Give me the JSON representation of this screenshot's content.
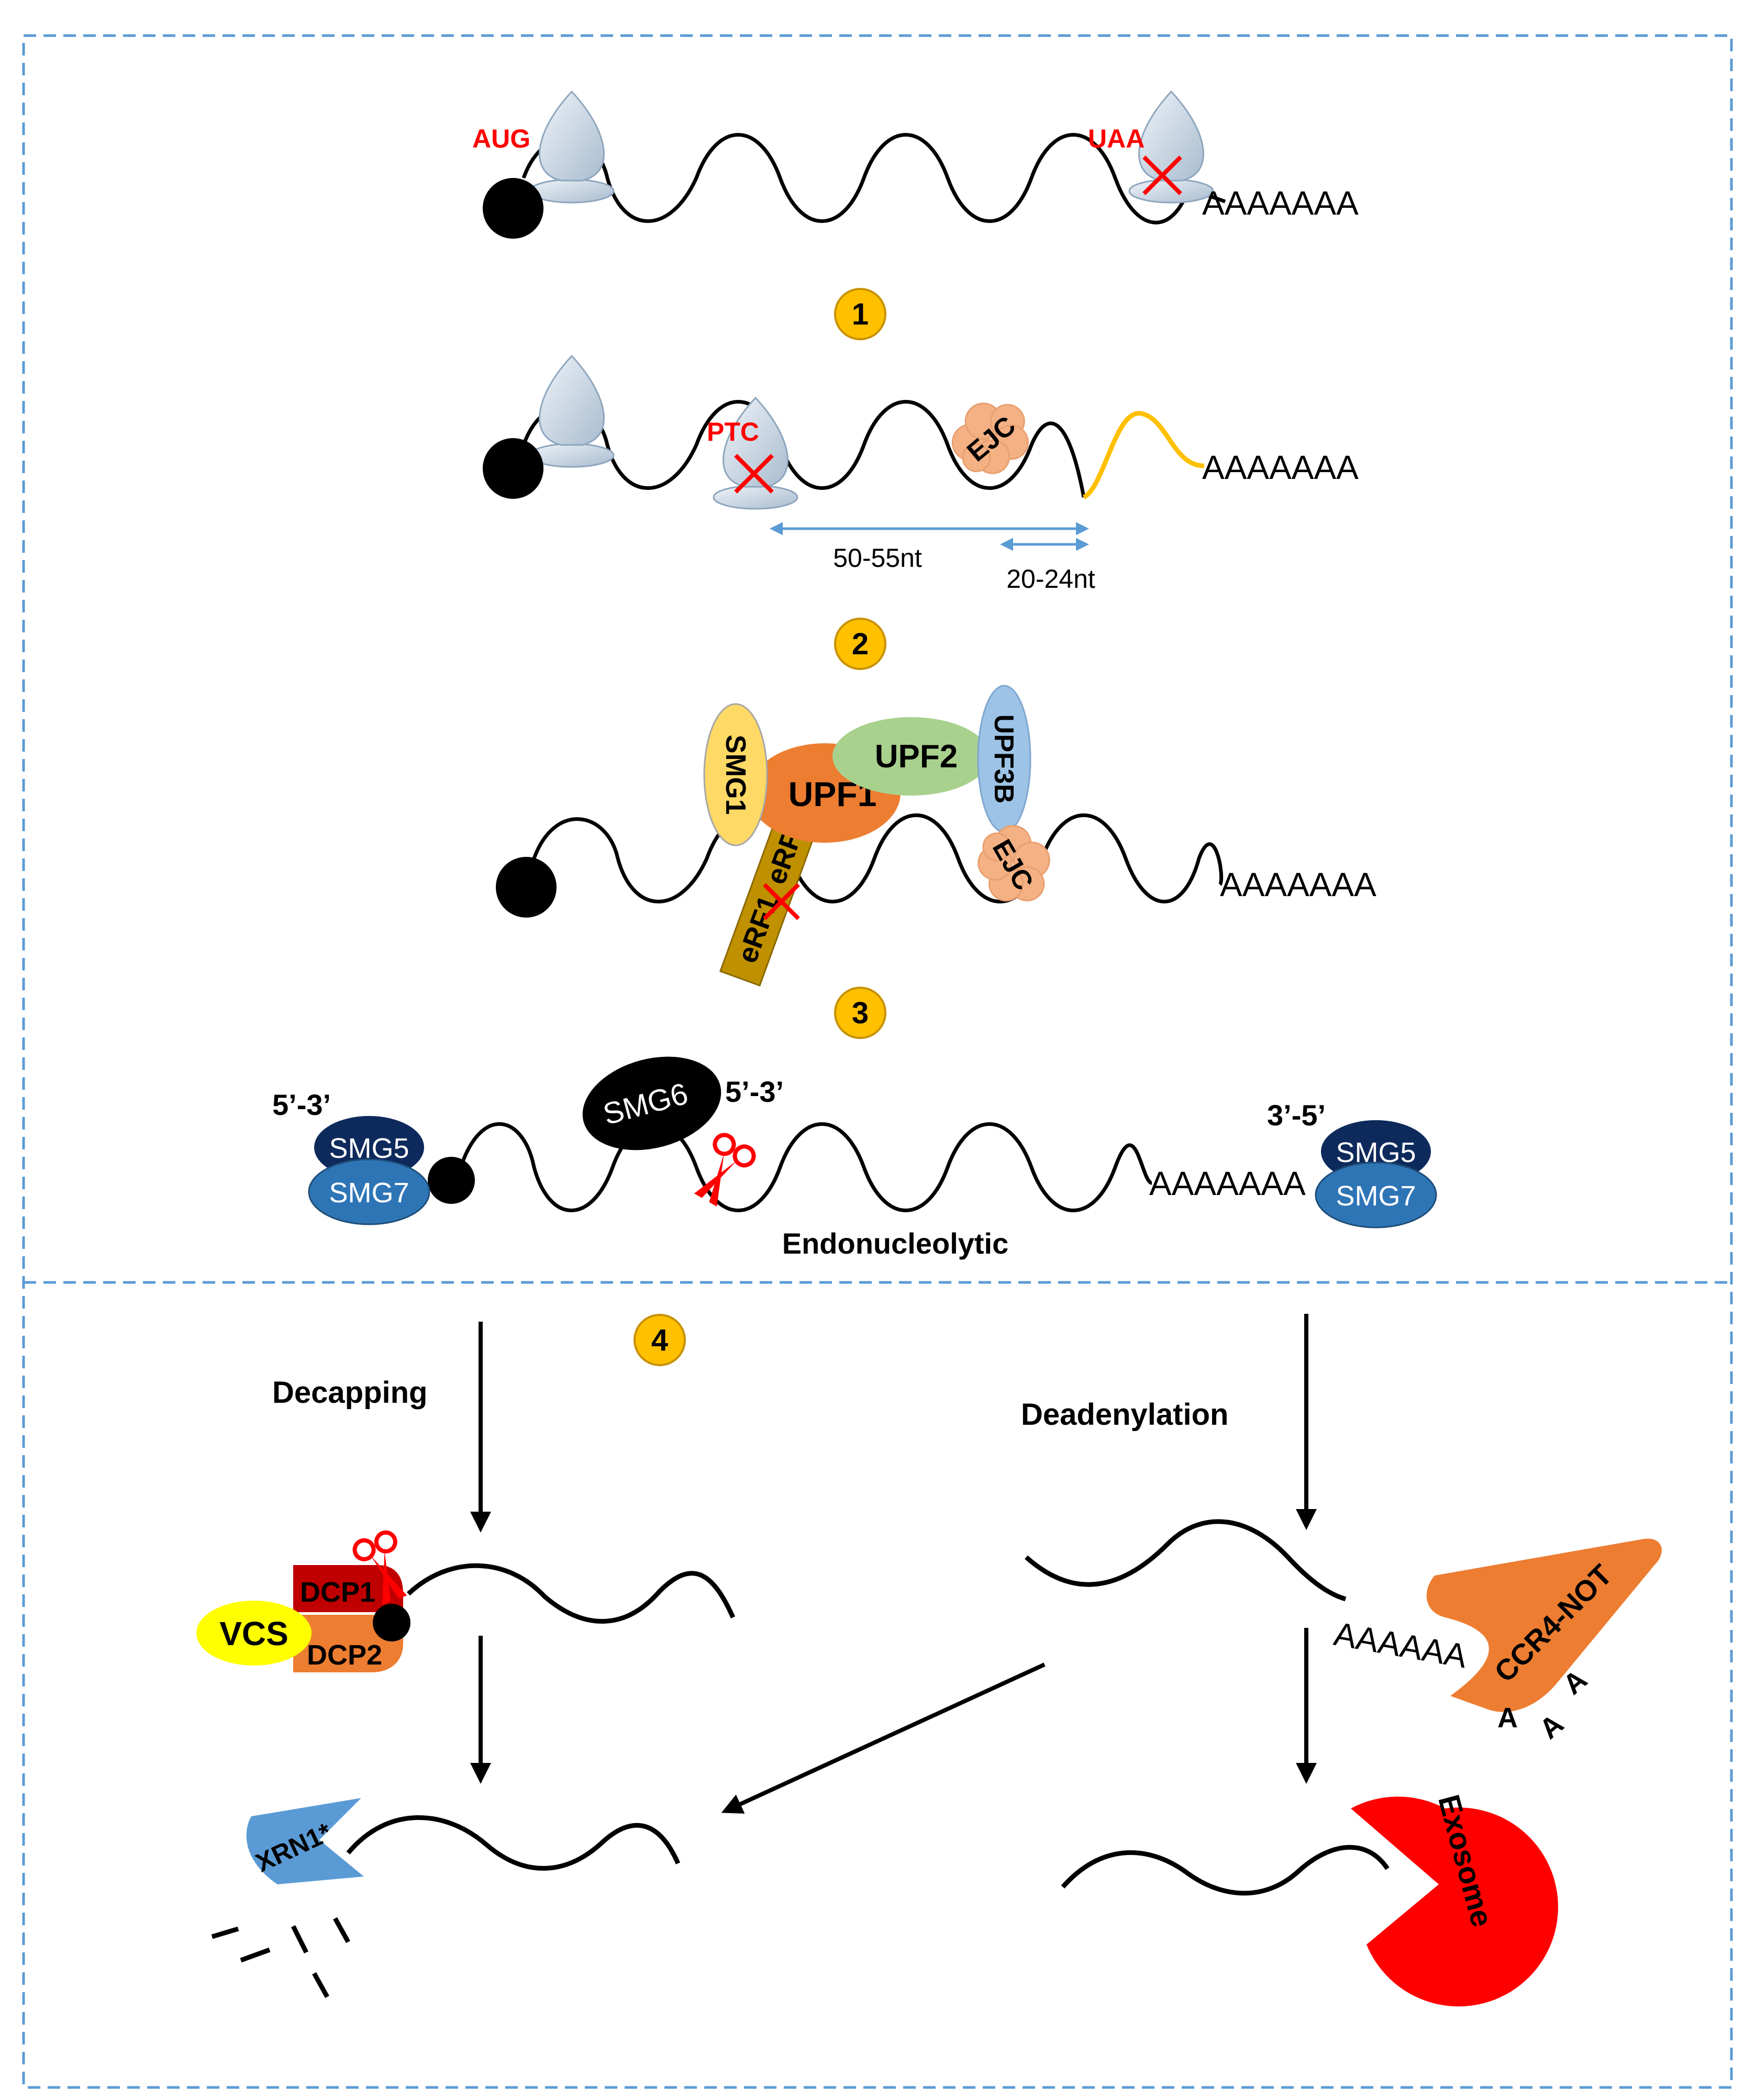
{
  "colors": {
    "frame": "#5b9bd5",
    "ribosome": "#c9d8e6",
    "ejc": "#f4b183",
    "step_badge": "#ffc000",
    "red": "#ff0000",
    "smg1": "#ffd966",
    "upf1": "#ed7d31",
    "upf2": "#a9d18e",
    "upf3b": "#9dc3e6",
    "erf": "#bf9000",
    "smg5": "#0e2a5c",
    "smg7": "#2e75b6",
    "dcp1": "#c00000",
    "dcp2": "#ed7d31",
    "vcs": "#ffff00",
    "ccr4": "#ed7d31",
    "xrn1": "#5b9bd5",
    "exosome": "#ff0000",
    "utr_yellow": "#ffc000"
  },
  "steps": [
    "1",
    "2",
    "3",
    "4"
  ],
  "panel0": {
    "start_codon": "AUG",
    "stop_codon": "UAA",
    "polyA": "AAAAAAA"
  },
  "panel1": {
    "ptc": "PTC",
    "ejc": "EJC",
    "polyA": "AAAAAAA",
    "dist1": "50-55nt",
    "dist2": "20-24nt"
  },
  "panel2": {
    "smg1": "SMG1",
    "upf1": "UPF1",
    "upf2": "UPF2",
    "upf3b": "UPF3B",
    "erf1": "eRF1",
    "erf3": "eRF3",
    "ejc": "EJC",
    "polyA": "AAAAAAA"
  },
  "panel3": {
    "left_dir": "5’-3’",
    "mid_dir": "5’-3’",
    "right_dir": "3’-5’",
    "smg5": "SMG5",
    "smg7": "SMG7",
    "smg6": "SMG6",
    "polyA": "AAAAAAA",
    "endo": "Endonucleolytic"
  },
  "panel4": {
    "decapping": "Decapping",
    "deadenylation": "Deadenylation",
    "dcp1": "DCP1",
    "dcp2": "DCP2",
    "vcs": "VCS",
    "polyA_short": "AAAAAA",
    "ccr4": "CCR4-NOT",
    "free_a": "A",
    "xrn1": "XRN1*",
    "exosome": "Exosome"
  }
}
